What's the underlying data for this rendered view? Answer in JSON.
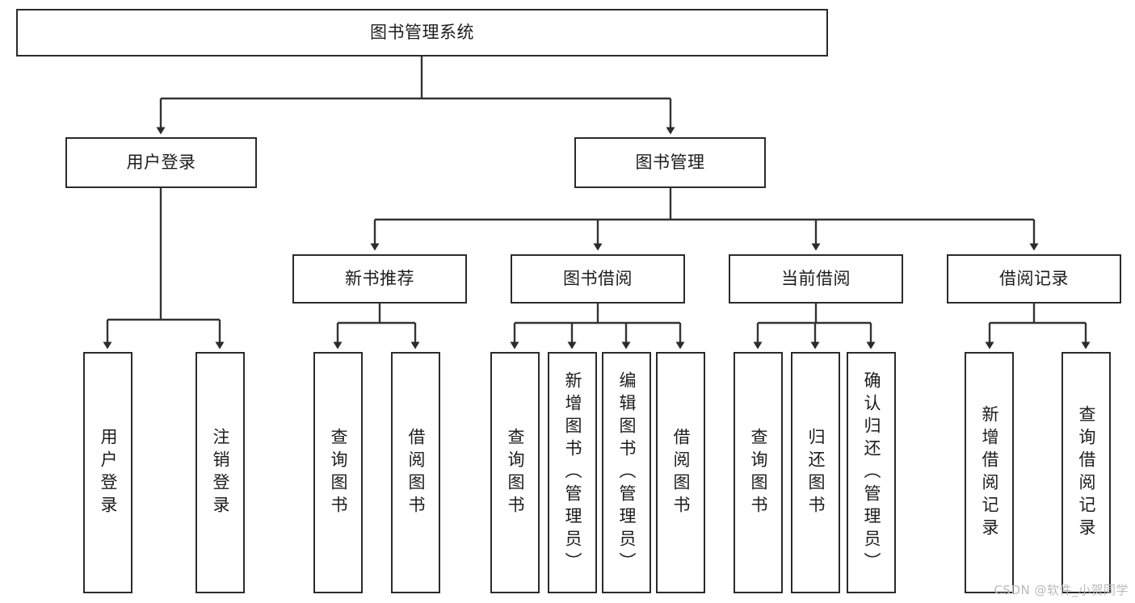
{
  "diagram": {
    "type": "tree-hierarchy",
    "title": "图书管理系统",
    "watermark": "CSDN @软件_小贺同学",
    "colors": {
      "box_border": "#2b2b2b",
      "box_fill": "#ffffff",
      "edge": "#333333",
      "text": "#1c1c1c",
      "watermark": "#b9b9b9",
      "background": "#ffffff"
    },
    "nodes": {
      "root": {
        "label": "图书管理系统",
        "level": 0,
        "orientation": "horizontal"
      },
      "user_login": {
        "label": "用户登录",
        "level": 1,
        "orientation": "horizontal"
      },
      "book_manage": {
        "label": "图书管理",
        "level": 1,
        "orientation": "horizontal"
      },
      "new_book_rec": {
        "label": "新书推荐",
        "level": 2,
        "orientation": "horizontal"
      },
      "book_borrow": {
        "label": "图书借阅",
        "level": 2,
        "orientation": "horizontal"
      },
      "current_borrow": {
        "label": "当前借阅",
        "level": 2,
        "orientation": "horizontal"
      },
      "borrow_record": {
        "label": "借阅记录",
        "level": 2,
        "orientation": "horizontal"
      },
      "leaf_user_login": {
        "label": "用户登录",
        "level": 3,
        "orientation": "vertical"
      },
      "leaf_logout": {
        "label": "注销登录",
        "level": 3,
        "orientation": "vertical"
      },
      "leaf_query_book_a": {
        "label": "查询图书",
        "level": 3,
        "orientation": "vertical"
      },
      "leaf_borrow_book_a": {
        "label": "借阅图书",
        "level": 3,
        "orientation": "vertical"
      },
      "leaf_query_book_b": {
        "label": "查询图书",
        "level": 3,
        "orientation": "vertical"
      },
      "leaf_add_book": {
        "label": "新增图书（管理员）",
        "level": 3,
        "orientation": "vertical"
      },
      "leaf_edit_book": {
        "label": "编辑图书（管理员）",
        "level": 3,
        "orientation": "vertical"
      },
      "leaf_borrow_book_b": {
        "label": "借阅图书",
        "level": 3,
        "orientation": "vertical"
      },
      "leaf_query_book_c": {
        "label": "查询图书",
        "level": 3,
        "orientation": "vertical"
      },
      "leaf_return_book": {
        "label": "归还图书",
        "level": 3,
        "orientation": "vertical"
      },
      "leaf_confirm_return": {
        "label": "确认归还（管理员）",
        "level": 3,
        "orientation": "vertical"
      },
      "leaf_add_record": {
        "label": "新增借阅记录",
        "level": 3,
        "orientation": "vertical"
      },
      "leaf_query_record": {
        "label": "查询借阅记录",
        "level": 3,
        "orientation": "vertical"
      }
    },
    "edges": [
      {
        "from": "root",
        "to": "user_login"
      },
      {
        "from": "root",
        "to": "book_manage"
      },
      {
        "from": "user_login",
        "to": "leaf_user_login"
      },
      {
        "from": "user_login",
        "to": "leaf_logout"
      },
      {
        "from": "book_manage",
        "to": "new_book_rec"
      },
      {
        "from": "book_manage",
        "to": "book_borrow"
      },
      {
        "from": "book_manage",
        "to": "current_borrow"
      },
      {
        "from": "book_manage",
        "to": "borrow_record"
      },
      {
        "from": "new_book_rec",
        "to": "leaf_query_book_a"
      },
      {
        "from": "new_book_rec",
        "to": "leaf_borrow_book_a"
      },
      {
        "from": "book_borrow",
        "to": "leaf_query_book_b"
      },
      {
        "from": "book_borrow",
        "to": "leaf_add_book"
      },
      {
        "from": "book_borrow",
        "to": "leaf_edit_book"
      },
      {
        "from": "book_borrow",
        "to": "leaf_borrow_book_b"
      },
      {
        "from": "current_borrow",
        "to": "leaf_query_book_c"
      },
      {
        "from": "current_borrow",
        "to": "leaf_return_book"
      },
      {
        "from": "current_borrow",
        "to": "leaf_confirm_return"
      },
      {
        "from": "borrow_record",
        "to": "leaf_add_record"
      },
      {
        "from": "borrow_record",
        "to": "leaf_query_record"
      }
    ]
  }
}
